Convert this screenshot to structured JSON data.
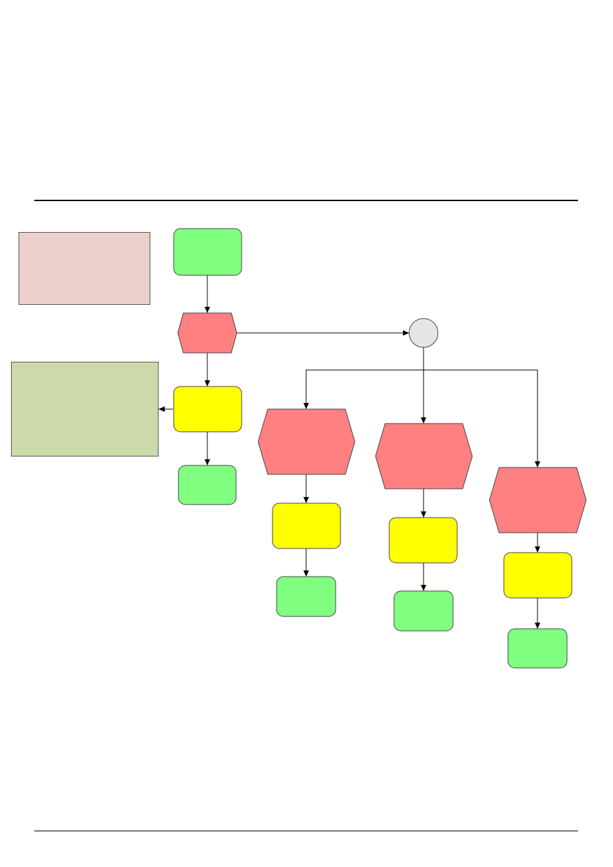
{
  "colors": {
    "event": "#80ff80",
    "function": "#ffff00",
    "connector": "#ff8080",
    "operator": "#e6e6e6",
    "note_pink": "#ecd0cc",
    "note_green": "#ccdaa9",
    "line": "#000000"
  },
  "legend": {
    "pink_note_text": "",
    "green_note_text": ""
  },
  "diagram": {
    "nodes": [
      {
        "id": "start-event",
        "kind": "event",
        "label": ""
      },
      {
        "id": "main-connector",
        "kind": "connector",
        "label": ""
      },
      {
        "id": "main-function",
        "kind": "function",
        "label": ""
      },
      {
        "id": "main-end-event",
        "kind": "event",
        "label": ""
      },
      {
        "id": "split-operator",
        "kind": "operator",
        "label": ""
      },
      {
        "id": "branch-1-connector",
        "kind": "connector",
        "label": ""
      },
      {
        "id": "branch-1-function",
        "kind": "function",
        "label": ""
      },
      {
        "id": "branch-1-event",
        "kind": "event",
        "label": ""
      },
      {
        "id": "branch-2-connector",
        "kind": "connector",
        "label": ""
      },
      {
        "id": "branch-2-function",
        "kind": "function",
        "label": ""
      },
      {
        "id": "branch-2-event",
        "kind": "event",
        "label": ""
      },
      {
        "id": "branch-3-connector",
        "kind": "connector",
        "label": ""
      },
      {
        "id": "branch-3-function",
        "kind": "function",
        "label": ""
      },
      {
        "id": "branch-3-event",
        "kind": "event",
        "label": ""
      }
    ]
  }
}
